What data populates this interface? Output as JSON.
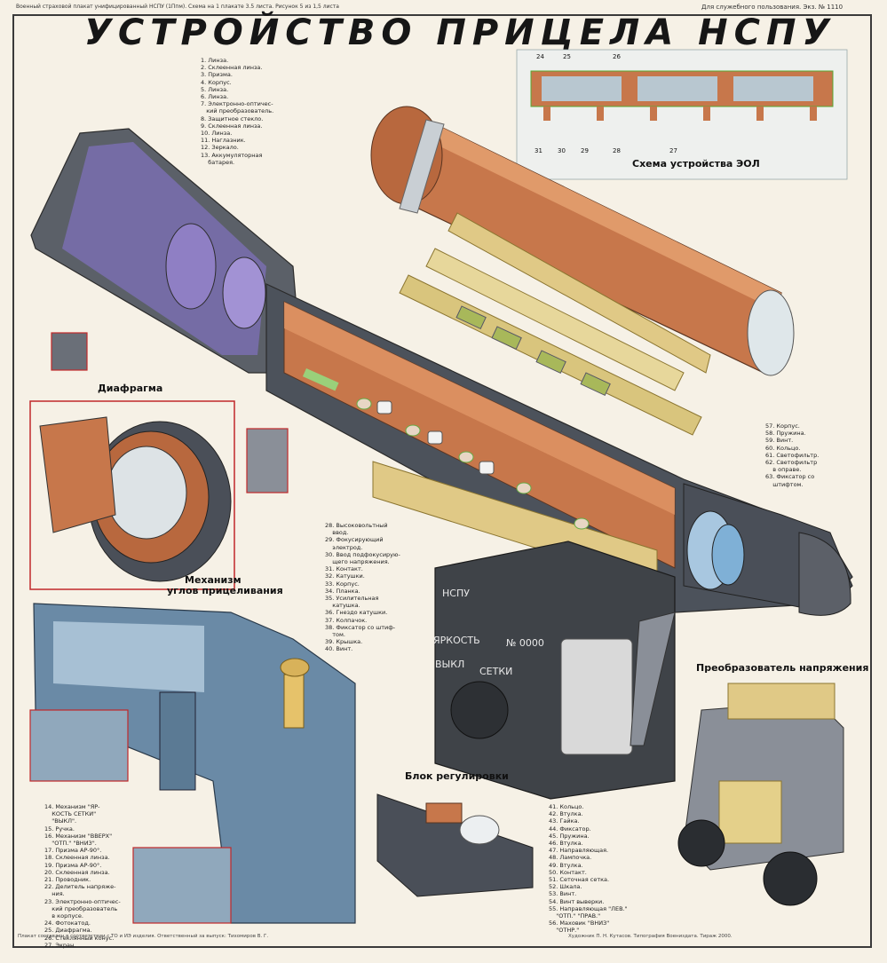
{
  "header": {
    "note_left": "Военный страховой плакат унифицированный НСПУ (1Ппм). Схема на 1 плакате 3.5 листа. Рисунок 5 из 1,5 листа",
    "note_right": "Для служебного пользования. Экз. № 1110",
    "title": "УСТРОЙСТВО ПРИЦЕЛА НСПУ"
  },
  "legend_top": {
    "items": [
      "1. Линза.",
      "2. Склеенная линза.",
      "3. Призма.",
      "4. Корпус.",
      "5. Линза.",
      "6. Линза.",
      "7. Электронно-оптичес-",
      "   кий преобразователь.",
      "8. Защитное стекло.",
      "9. Склеенная линза.",
      "10. Линза.",
      "11. Наглазник.",
      "12. Зеркало.",
      "13. Аккумуляторная",
      "    батарея."
    ]
  },
  "legend_mid": {
    "items": [
      "28. Высоковольтный",
      "    ввод.",
      "29. Фокусирующий",
      "    электрод.",
      "30. Ввод подфокусирую-",
      "    щего напряжения.",
      "31. Контакт.",
      "32. Катушки.",
      "33. Корпус.",
      "34. Планка.",
      "35. Усилительная",
      "    катушка.",
      "36. Гнездо катушки.",
      "37. Колпачок.",
      "38. Фиксатор со штиф-",
      "    том.",
      "39. Крышка.",
      "40. Винт."
    ]
  },
  "legend_right": {
    "items": [
      "57. Корпус.",
      "58. Пружина.",
      "59. Винт.",
      "60. Кольцо.",
      "61. Светофильтр.",
      "62. Светофильтр",
      "    в оправе.",
      "63. Фиксатор со",
      "    штифтом."
    ]
  },
  "legend_bottom_left": {
    "items": [
      "14. Механизм \"ЯР-",
      "    КОСТЬ СЕТКИ\"",
      "    \"ВЫКЛ\".",
      "15. Ручка.",
      "16. Механизм \"ВВЕРХ\"",
      "    \"ОТП.\" \"ВНИЗ\".",
      "17. Призма АР-90°.",
      "18. Склеенная линза.",
      "19. Призма АР-90°.",
      "20. Склеенная линза.",
      "21. Проводник.",
      "22. Делитель напряже-",
      "    ния.",
      "23. Электронно-оптичес-",
      "    кий преобразователь",
      "    в корпусе.",
      "24. Фотокатод.",
      "25. Диафрагма.",
      "26. Стеклянный конус.",
      "27. Экран."
    ]
  },
  "legend_bottom_mid": {
    "items": [
      "41. Кольцо.",
      "42. Втулка.",
      "43. Гайка.",
      "44. Фиксатор.",
      "45. Пружина.",
      "46. Втулка.",
      "47. Направляющая.",
      "48. Лампочка.",
      "49. Втулка.",
      "50. Контакт.",
      "51. Сеточная сетка.",
      "52. Шкала.",
      "53. Винт.",
      "54. Винт выверки.",
      "55. Направляющая \"ЛЕВ.\"",
      "    \"ОТП.\" \"ПРАВ.\"",
      "56. Маховик \"ВНИЗ\"",
      "    \"ОТНР.\""
    ]
  },
  "captions": {
    "eol_scheme": "Схема устройства ЭОЛ",
    "diaphragm": "Диафрагма",
    "mechanism_line1": "Механизм",
    "mechanism_line2": "углов прицеливания",
    "converter": "Преобразователь напряжения",
    "control_block": "Блок регулировки"
  },
  "device_labels": {
    "model": "НСПУ",
    "serial": "№ 0000",
    "brightness": "ЯРКОСТЬ",
    "grid": "СЕТКИ",
    "off": "ВЫКЛ"
  },
  "footer": {
    "left": "Плакат составлен в соответствии с ТО и ИЭ изделия. Ответственный за выпуск: Тихомиров В. Г.",
    "right": "Художник П. Н. Кутасов. Типография Воениздата. Тираж 2000."
  },
  "colors": {
    "copper": "#c7774b",
    "dark_copper": "#8a4a2a",
    "steel": "#7f8a96",
    "dark_steel": "#4a4f58",
    "brass": "#d8c27a",
    "lens_purple": "#6e5aa0",
    "red_frame": "#c0282a",
    "paper": "#f6f1e6"
  }
}
